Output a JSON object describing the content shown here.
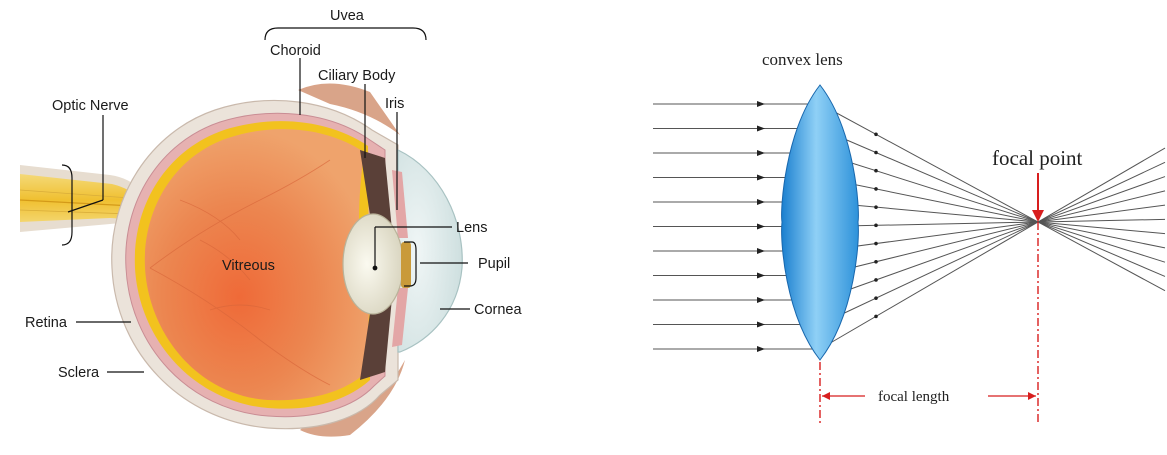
{
  "colors": {
    "vitreous": "#ea8a55",
    "retina": "#f2c21e",
    "sclera": "#eae2da",
    "lens_blue": "#2b96de",
    "ray": "#555555",
    "marker_red": "#d81e1e"
  },
  "eye_diagram": {
    "labels": {
      "uvea": "Uvea",
      "choroid": "Choroid",
      "ciliary_body": "Ciliary Body",
      "iris": "Iris",
      "optic_nerve": "Optic Nerve",
      "lens": "Lens",
      "pupil": "Pupil",
      "vitreous": "Vitreous",
      "cornea": "Cornea",
      "retina": "Retina",
      "sclera": "Sclera"
    }
  },
  "lens_diagram": {
    "lens_label": "convex lens",
    "focal_point_label": "focal point",
    "focal_length_label": "focal length",
    "ray_count": 11
  }
}
